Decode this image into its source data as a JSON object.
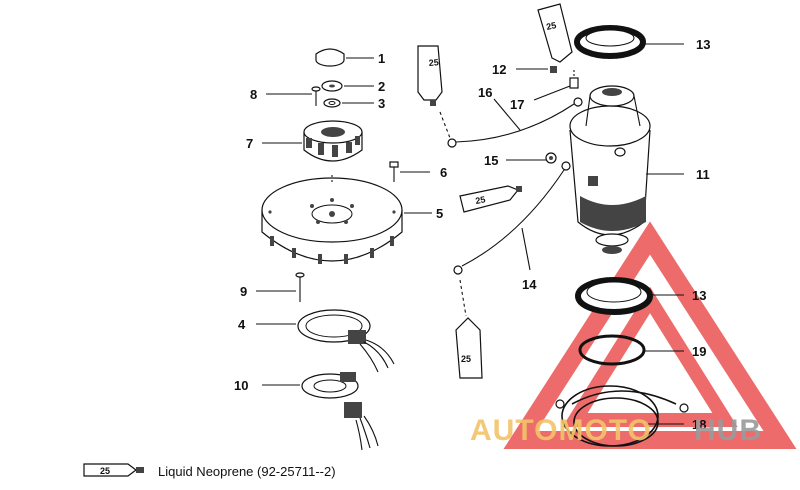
{
  "callouts": [
    {
      "id": "1",
      "label": "1"
    },
    {
      "id": "2",
      "label": "2"
    },
    {
      "id": "3",
      "label": "3"
    },
    {
      "id": "4",
      "label": "4"
    },
    {
      "id": "5",
      "label": "5"
    },
    {
      "id": "6",
      "label": "6"
    },
    {
      "id": "7",
      "label": "7"
    },
    {
      "id": "8",
      "label": "8"
    },
    {
      "id": "9",
      "label": "9"
    },
    {
      "id": "10",
      "label": "10"
    },
    {
      "id": "11",
      "label": "11"
    },
    {
      "id": "12",
      "label": "12"
    },
    {
      "id": "13a",
      "label": "13"
    },
    {
      "id": "13b",
      "label": "13"
    },
    {
      "id": "14",
      "label": "14"
    },
    {
      "id": "15",
      "label": "15"
    },
    {
      "id": "16",
      "label": "16"
    },
    {
      "id": "17",
      "label": "17"
    },
    {
      "id": "18",
      "label": "18"
    },
    {
      "id": "19",
      "label": "19"
    }
  ],
  "tube_label": "25",
  "legend": {
    "tube_number": "25",
    "text": "Liquid Neoprene (92-25711--2)"
  },
  "watermark": {
    "left": "AUTOMOTO",
    "right": "HUB",
    "color_left": "#f2c46a",
    "color_right": "#9a9a9a",
    "triangle_color": "#e83a3a"
  }
}
